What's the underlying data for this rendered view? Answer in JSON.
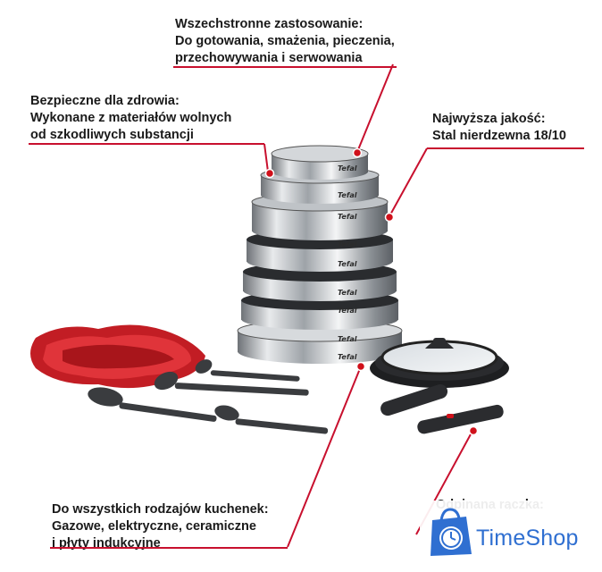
{
  "callouts": {
    "top": {
      "heading": "Wszechstronne zastosowanie:",
      "line1": "Do gotowania, smażenia, pieczenia,",
      "line2": "przechowywania i serwowania"
    },
    "left": {
      "heading": "Bezpieczne dla zdrowia:",
      "line1": "Wykonane z materiałów wolnych",
      "line2": "od szkodliwych substancji"
    },
    "right": {
      "heading": "Najwyższa jakość:",
      "line1": "Stal nierdzewna 18/10"
    },
    "bottom": {
      "heading": "Do wszystkich rodzajów kuchenek:",
      "line1": "Gazowe, elektryczne, ceramiczne",
      "line2": "i płyty indukcyjne"
    },
    "clipped": {
      "heading": "Odpinana rączka:"
    }
  },
  "brand_on_cookware": "Tefal",
  "watermark": {
    "text": "TimeShop",
    "icon": "clock-bag-icon",
    "color": "#2f6fd1"
  },
  "colors": {
    "accent_line": "#c8102e",
    "dot": "#d0101a",
    "steel": "#c9ccd0"
  }
}
